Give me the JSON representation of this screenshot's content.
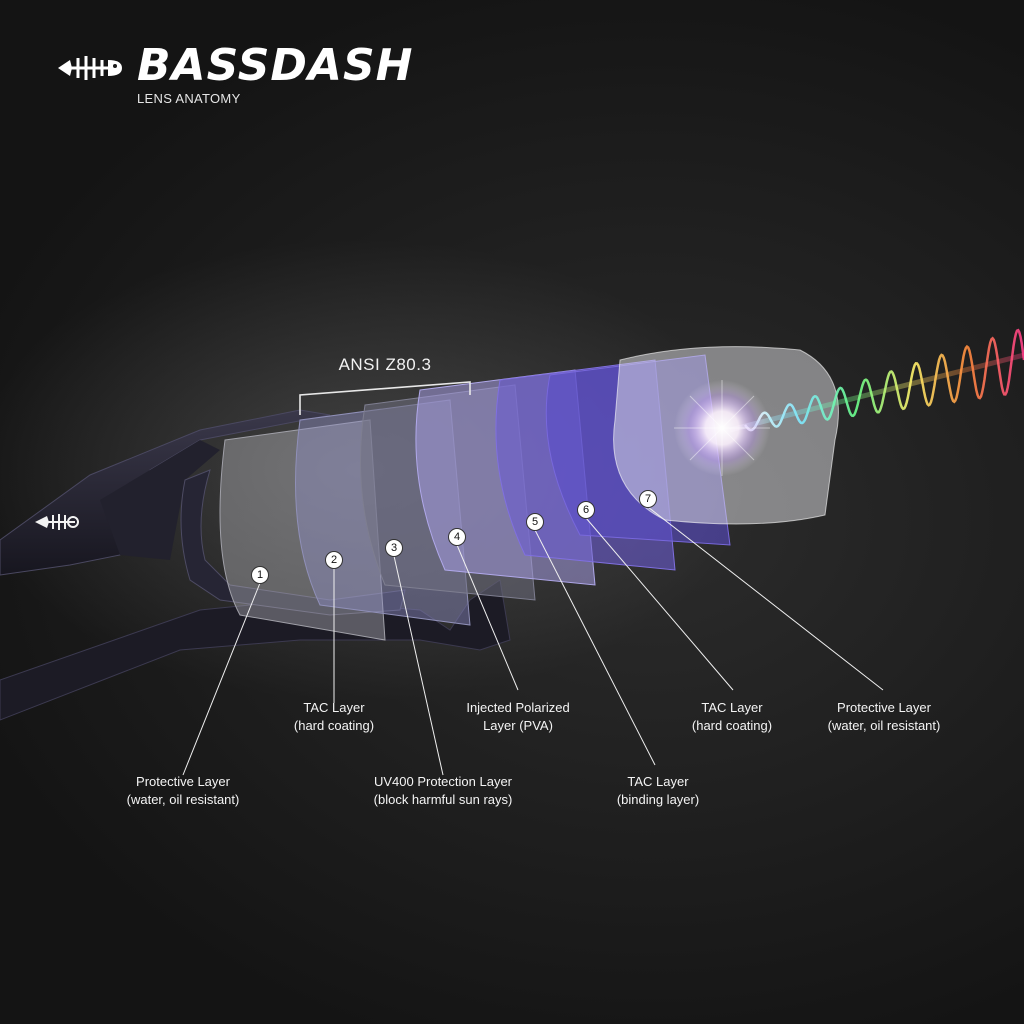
{
  "brand": {
    "name": "BASSDASH",
    "subtitle": "LENS ANATOMY",
    "logo_icon": "fish-skeleton-icon"
  },
  "standard": {
    "label": "ANSI Z80.3"
  },
  "layers": [
    {
      "number": "1",
      "title": "Protective Layer",
      "detail": "(water, oil resistant)"
    },
    {
      "number": "2",
      "title": "TAC Layer",
      "detail": "(hard coating)"
    },
    {
      "number": "3",
      "title": "UV400 Protection Layer",
      "detail": "(block harmful sun rays)"
    },
    {
      "number": "4",
      "title": "Injected Polarized",
      "detail": "Layer (PVA)"
    },
    {
      "number": "5",
      "title": "TAC Layer",
      "detail": "(binding layer)"
    },
    {
      "number": "6",
      "title": "TAC Layer",
      "detail": "(hard coating)"
    },
    {
      "number": "7",
      "title": "Protective Layer",
      "detail": "(water, oil resistant)"
    }
  ],
  "colors": {
    "background": "#1b1b1b",
    "text": "#ffffff",
    "frame": "#2a2838",
    "lens_tints": [
      "#cfcfd4",
      "#8f8fc4",
      "#6f6f80",
      "#a49be0",
      "#6b5bd0",
      "#5a4cc8",
      "#e4e4e8"
    ]
  }
}
